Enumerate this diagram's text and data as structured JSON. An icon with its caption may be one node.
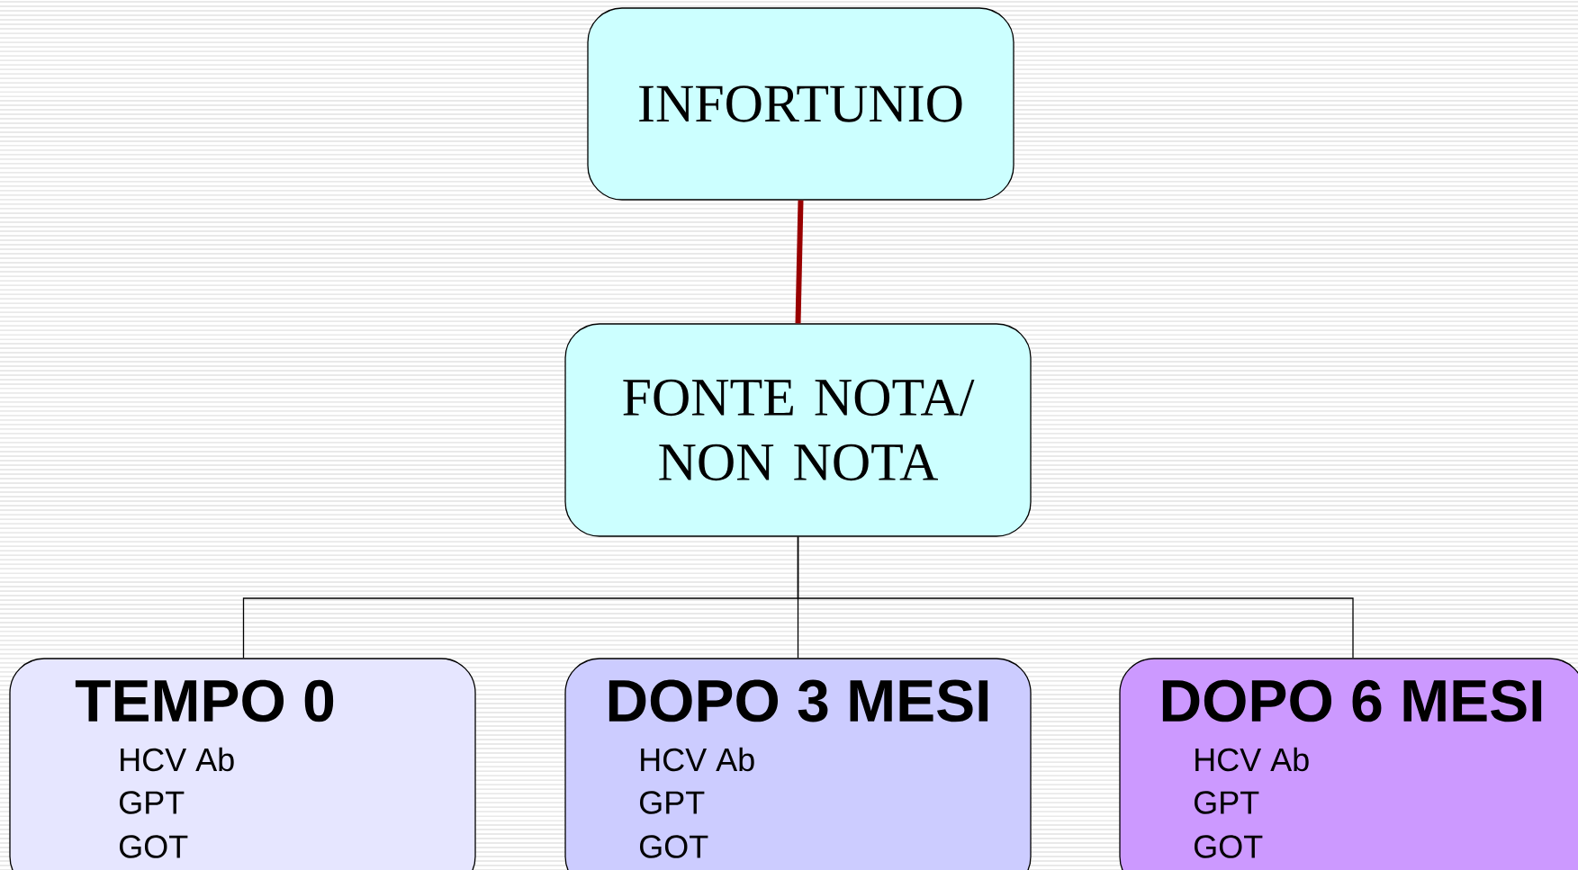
{
  "diagram": {
    "nodes": [
      {
        "text": [
          "INFORTUNIO"
        ]
      },
      {
        "text": [
          "FONTE NOTA/ NON NOTA"
        ]
      },
      {
        "text": [
          "TEMPO 0",
          "HCV Ab",
          "GPT",
          "GOT"
        ]
      },
      {
        "text": [
          "DOPO 3 MESI",
          "HCV Ab",
          "GPT",
          "GOT"
        ]
      },
      {
        "text": [
          "DOPO 6 MESI",
          "HCV Ab",
          "GPT",
          "GOT"
        ]
      }
    ],
    "edges": [
      {
        "from": 0,
        "to": 1,
        "arrow": "none",
        "style": "thick",
        "color": "#990000"
      },
      {
        "from": 1,
        "to": 2,
        "arrow": "none"
      },
      {
        "from": 1,
        "to": 3,
        "arrow": "none"
      },
      {
        "from": 1,
        "to": 4,
        "arrow": "none"
      }
    ]
  }
}
